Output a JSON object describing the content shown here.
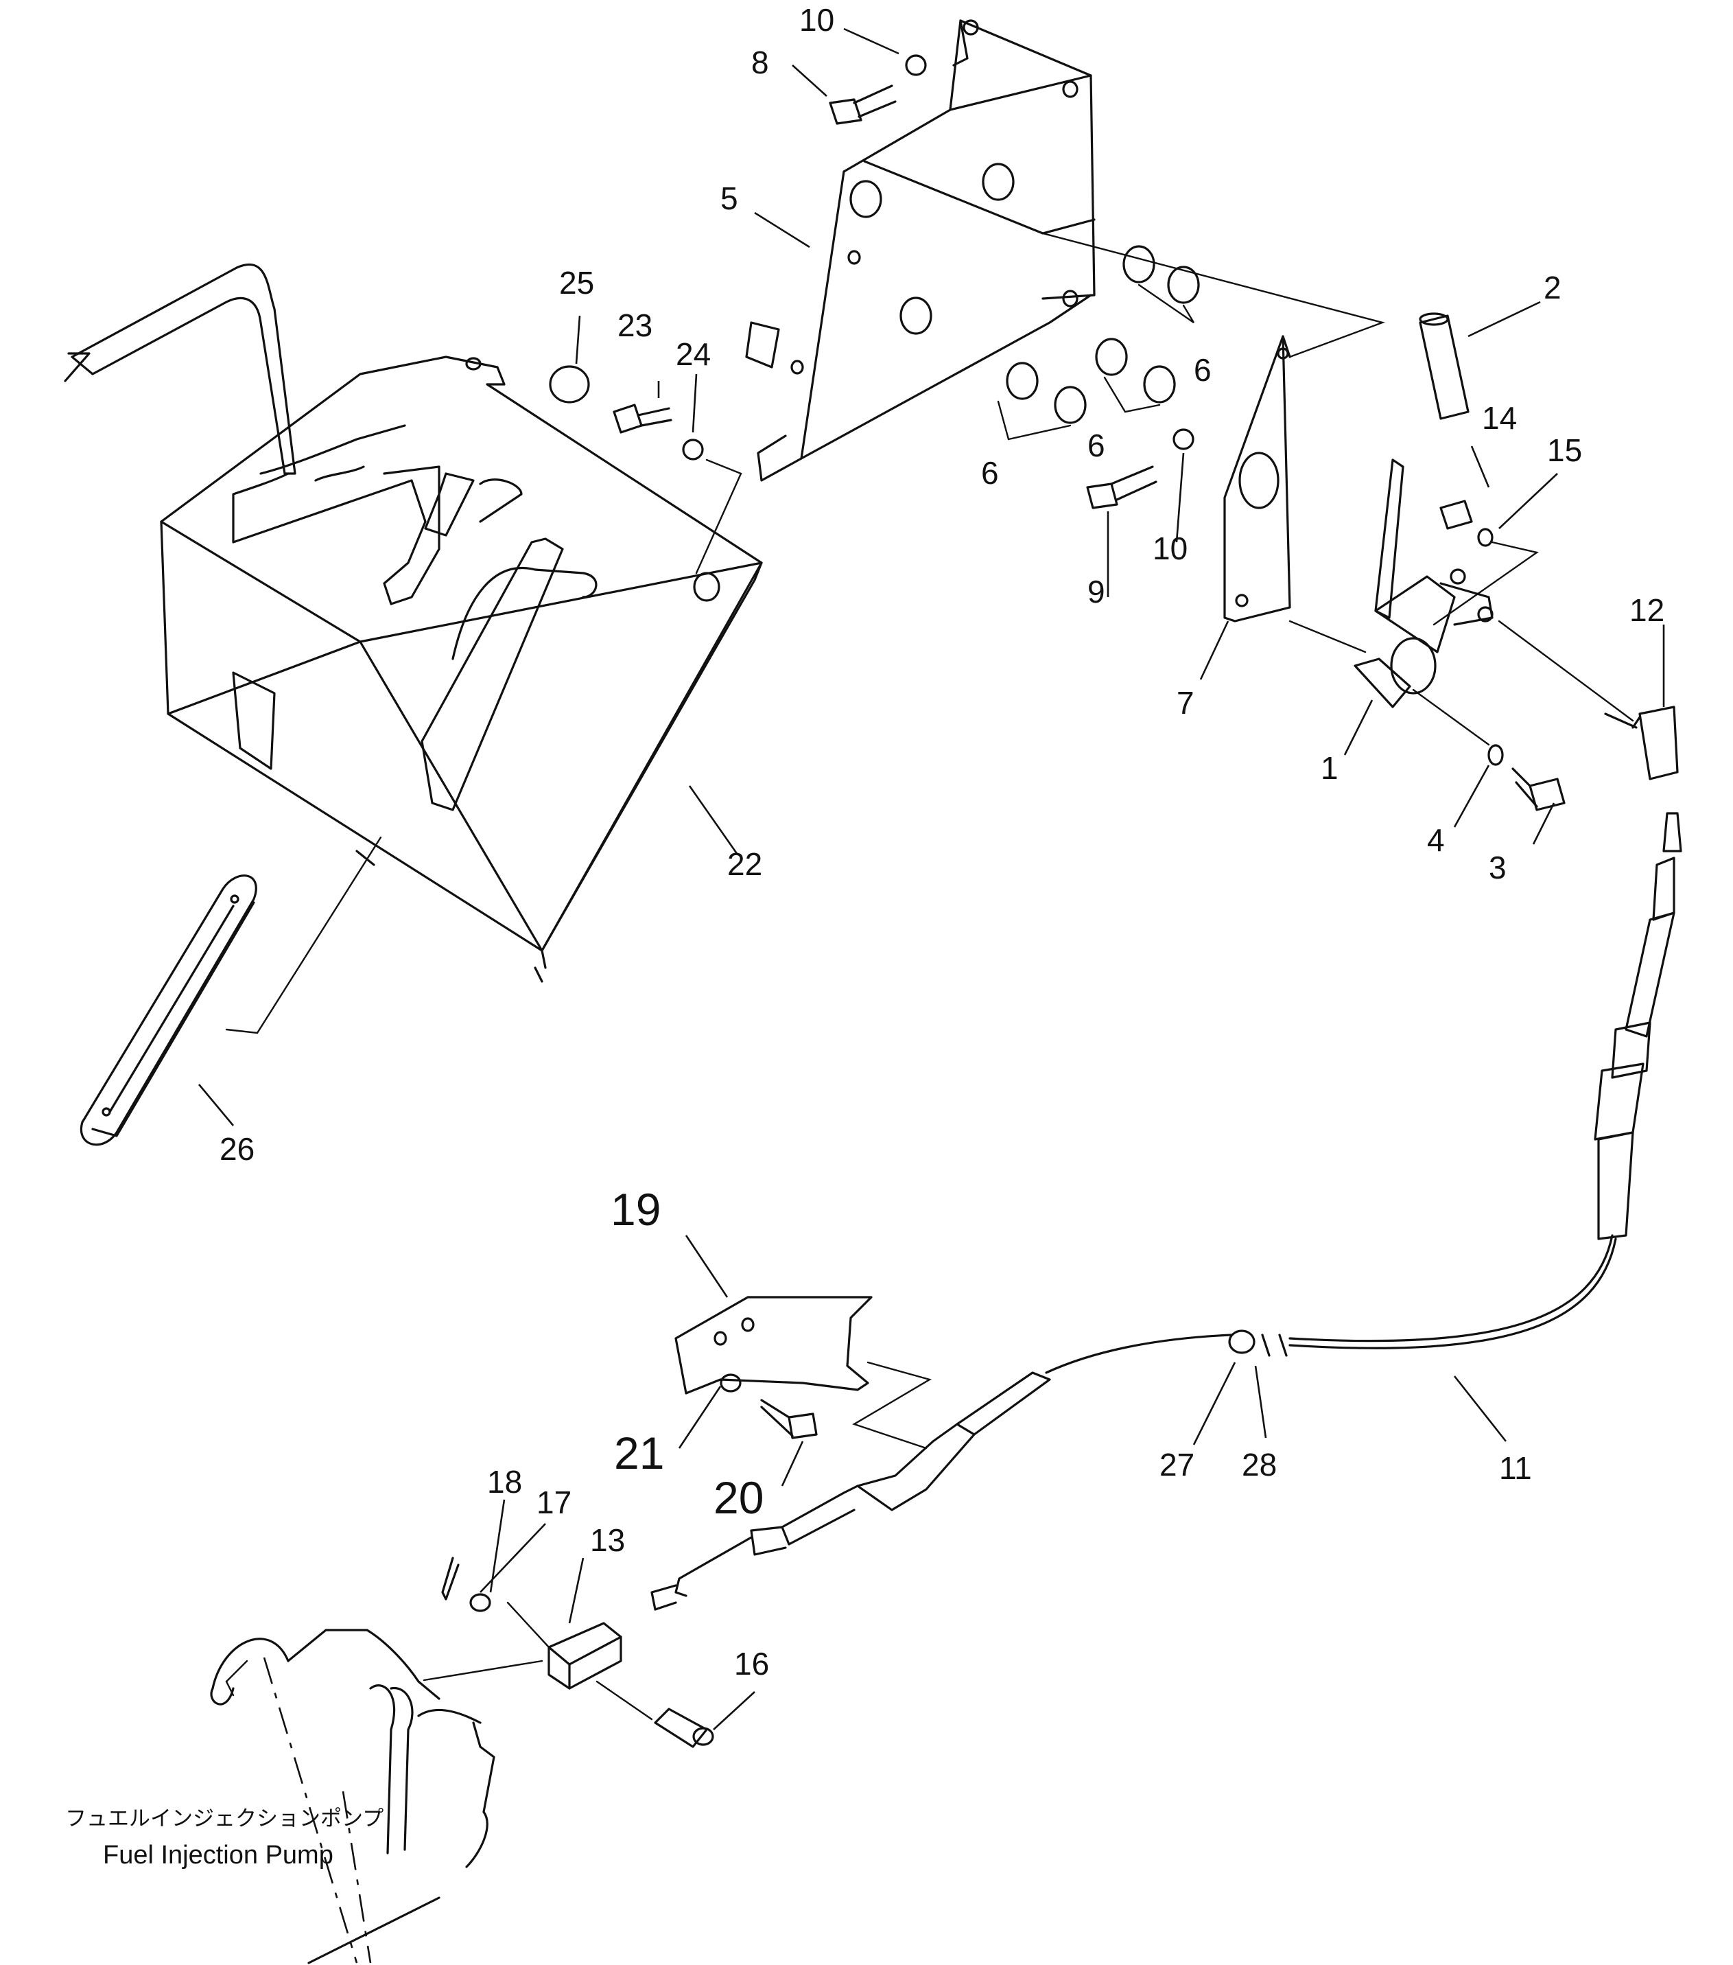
{
  "callouts": {
    "c1": "1",
    "c2": "2",
    "c3": "3",
    "c4": "4",
    "c5": "5",
    "c6a": "6",
    "c6b": "6",
    "c6c": "6",
    "c7": "7",
    "c8": "8",
    "c9": "9",
    "c10a": "10",
    "c10b": "10",
    "c11": "11",
    "c12": "12",
    "c13": "13",
    "c14": "14",
    "c15": "15",
    "c16": "16",
    "c17": "17",
    "c18": "18",
    "c19": "19",
    "c20": "20",
    "c21": "21",
    "c22": "22",
    "c23": "23",
    "c24": "24",
    "c25": "25",
    "c26": "26",
    "c27": "27",
    "c28": "28"
  },
  "caption": {
    "japanese": "フュエルインジェクションポンプ",
    "english": "Fuel Injection Pump"
  }
}
